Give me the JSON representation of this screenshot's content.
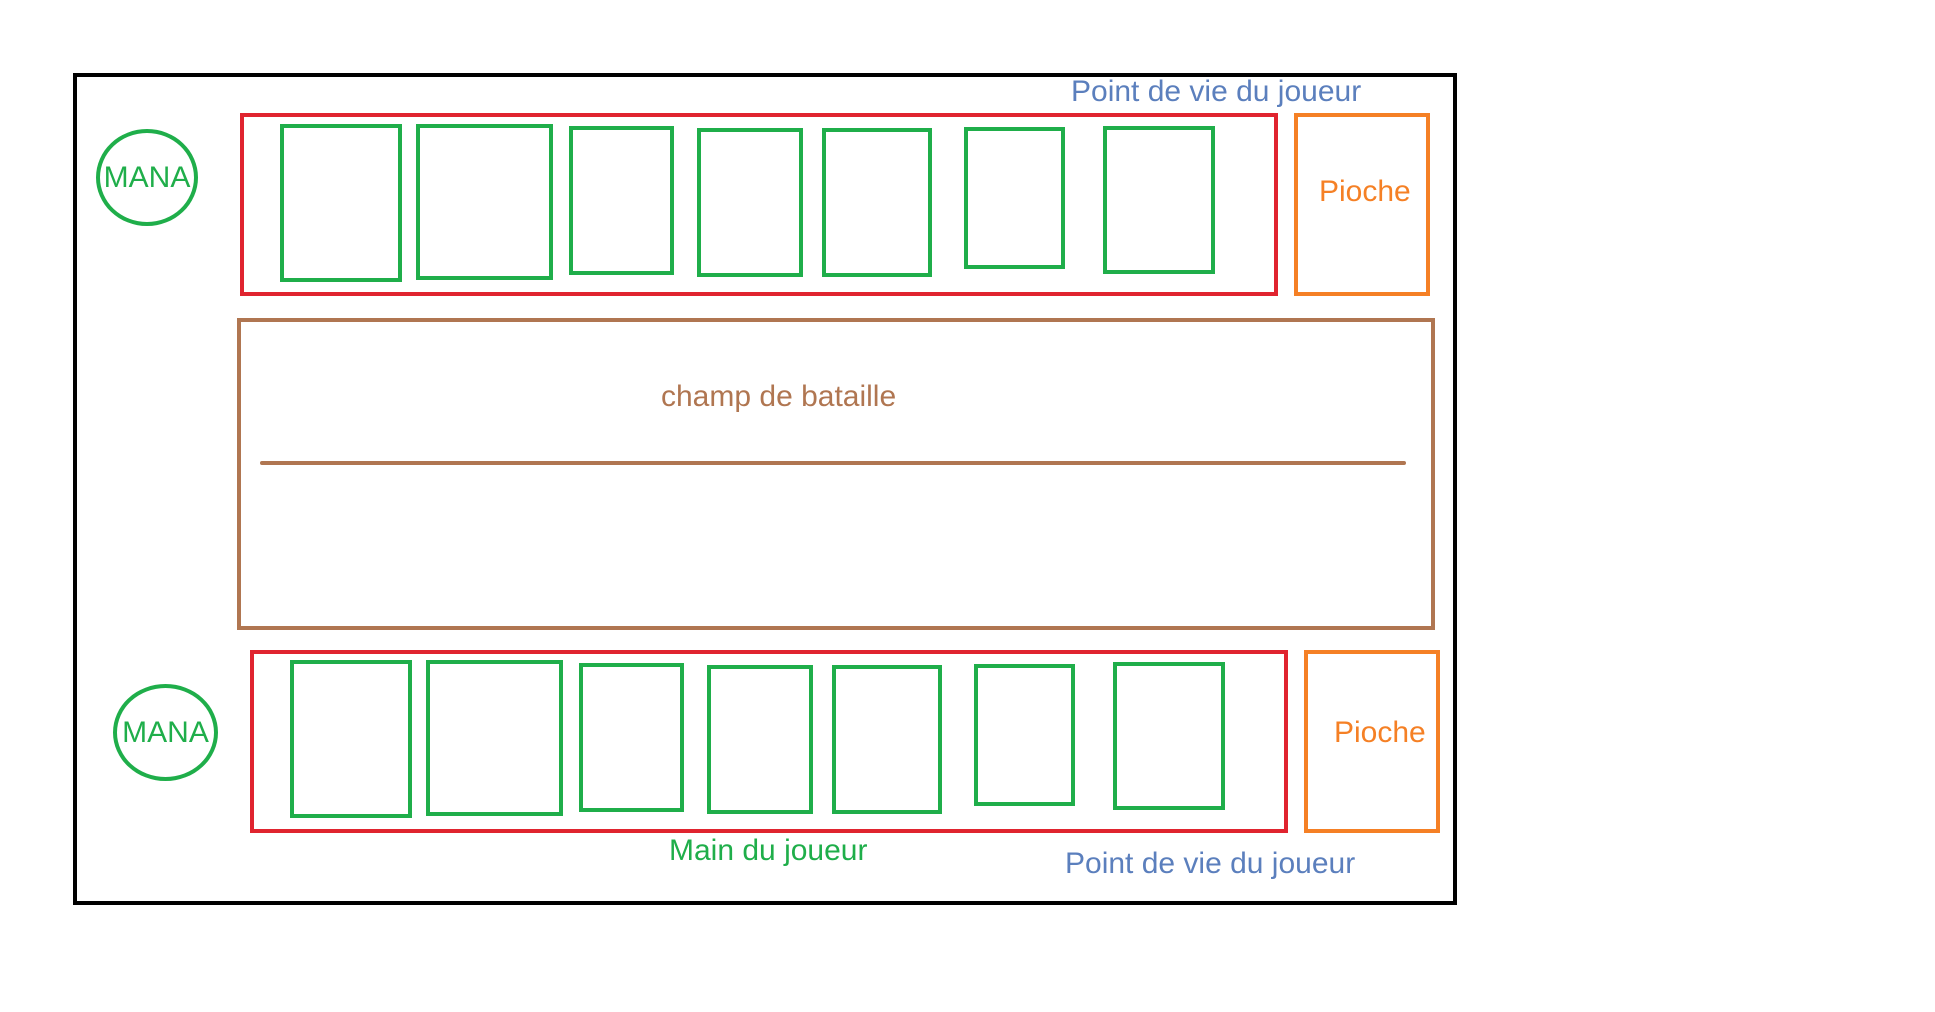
{
  "colors": {
    "board_border": "#000000",
    "hand_border": "#e0242f",
    "card_border": "#1fae4a",
    "deck_border": "#f58025",
    "mana": "#1fae4a",
    "hp_text": "#5b7fbd",
    "battlefield": "#b07651"
  },
  "top": {
    "mana_label": "MANA",
    "hp_label": "Point de vie du joueur",
    "deck_label": "Pioche",
    "card_count": 7
  },
  "battlefield": {
    "label": "champ de bataille"
  },
  "bottom": {
    "mana_label": "MANA",
    "hand_label": "Main du joueur",
    "hp_label": "Point de vie du joueur",
    "deck_label": "Pioche",
    "card_count": 7
  }
}
